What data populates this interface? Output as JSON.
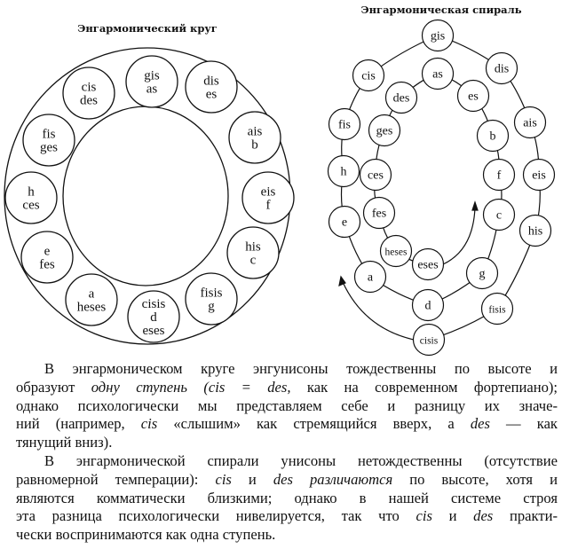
{
  "circle_diagram": {
    "title": "Энгармонический круг",
    "nodes": [
      [
        "gis",
        "as"
      ],
      [
        "dis",
        "es"
      ],
      [
        "ais",
        "b"
      ],
      [
        "eis",
        "f"
      ],
      [
        "his",
        "c"
      ],
      [
        "fisis",
        "g"
      ],
      [
        "cisis",
        "d",
        "eses"
      ],
      [
        "a",
        "heses"
      ],
      [
        "e",
        "fes"
      ],
      [
        "h",
        "ces"
      ],
      [
        "fis",
        "ges"
      ],
      [
        "cis",
        "des"
      ]
    ]
  },
  "spiral_diagram": {
    "title": "Энгармоническая спираль",
    "nodes": [
      "gis",
      "cis",
      "dis",
      "as",
      "des",
      "es",
      "fis",
      "ges",
      "ais",
      "b",
      "h",
      "ces",
      "f",
      "eis",
      "e",
      "fes",
      "c",
      "his",
      "heses",
      "eses",
      "a",
      "g",
      "d",
      "fisis",
      "cisis"
    ]
  },
  "paragraphs": [
    [
      [
        {
          "t": "В энгармоническом круге энгунисоны тождественны по высоте и"
        }
      ],
      [
        {
          "t": "образуют "
        },
        {
          "t": "одну ступень (cis = des,",
          "i": true
        },
        {
          "t": " как на современном фортепиано);"
        }
      ],
      [
        {
          "t": "однако психологически мы представляем себе и разницу их значе-"
        }
      ],
      [
        {
          "t": "ний (например, "
        },
        {
          "t": "cis",
          "i": true
        },
        {
          "t": " «слышим» как стремящийся вверх, а "
        },
        {
          "t": "des",
          "i": true
        },
        {
          "t": " — как"
        }
      ],
      [
        {
          "t": "тянущий вниз)."
        }
      ]
    ],
    [
      [
        {
          "t": "В энгармонической спирали унисоны нетождественны (отсутствие"
        }
      ],
      [
        {
          "t": "равномерной темперации): "
        },
        {
          "t": "cis",
          "i": true
        },
        {
          "t": " и "
        },
        {
          "t": "des различаются",
          "i": true
        },
        {
          "t": " по высоте, хотя и"
        }
      ],
      [
        {
          "t": "являются комматически близкими; однако в нашей системе строя"
        }
      ],
      [
        {
          "t": "эта разница психологически нивелируется, так что "
        },
        {
          "t": "cis",
          "i": true
        },
        {
          "t": " и "
        },
        {
          "t": "des",
          "i": true
        },
        {
          "t": " практи-"
        }
      ],
      [
        {
          "t": "чески воспринимаются как одна ступень."
        }
      ]
    ]
  ]
}
